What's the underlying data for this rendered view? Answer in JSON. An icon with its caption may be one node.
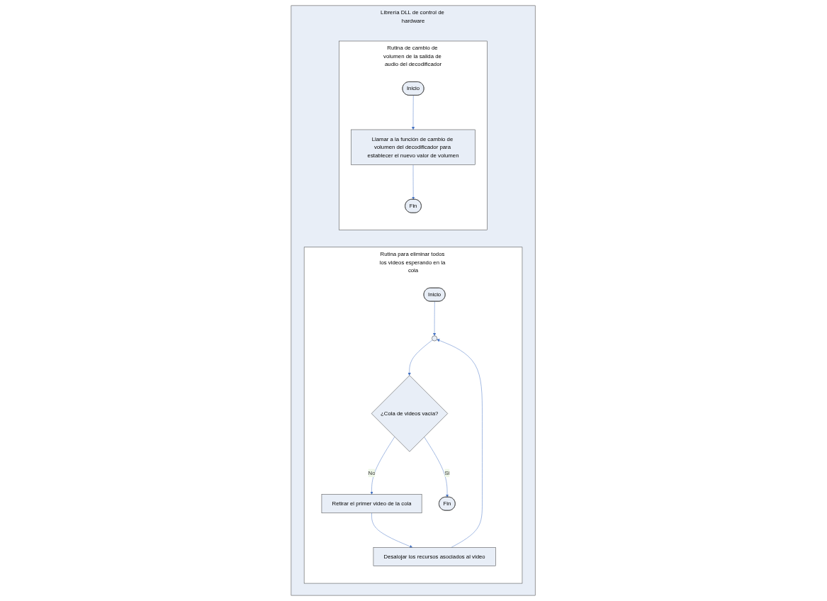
{
  "diagram": {
    "nodes": [
      {
        "text": [
          "Librería DLL de control de hardware"
        ]
      },
      {
        "text": [
          "Rutina para eliminar todos los videos esperando en la cola"
        ],
        "in": 0
      },
      {
        "text": [
          "Inicio"
        ],
        "in": 1
      },
      {
        "text": [],
        "shape": "circle",
        "in": 1
      },
      {
        "text": [
          "Desalojar los recursos asociados al video"
        ],
        "in": 1
      },
      {
        "text": [
          "¿Cola de videos vacía?"
        ],
        "in": 1
      },
      {
        "text": [
          "Retirar el primer video de la cola"
        ],
        "in": 1
      },
      {
        "text": [
          "Fin"
        ],
        "in": 1
      },
      {
        "text": [
          "Rutina de cambio de volumen de la salida de audio del decodificador"
        ],
        "in": 0
      },
      {
        "text": [
          "Inicio"
        ],
        "in": 8
      },
      {
        "text": [
          "Llamar a la función de cambio de volumen del decodificador para establecer el nuevo valor de volumen"
        ],
        "in": 8
      },
      {
        "text": [
          "Fin"
        ],
        "in": 8
      }
    ],
    "edges": [
      {
        "from": 2,
        "to": 3,
        "arrow": "to"
      },
      {
        "from": 4,
        "to": 3,
        "arrow": "to"
      },
      {
        "from": 3,
        "to": 5,
        "arrow": "to"
      },
      {
        "from": 5,
        "to": 6,
        "arrow": "to",
        "label": "No"
      },
      {
        "from": 6,
        "to": 4,
        "arrow": "to"
      },
      {
        "from": 5,
        "to": 7,
        "arrow": "to",
        "label": "Si"
      },
      {
        "from": 9,
        "to": 10,
        "arrow": "to"
      },
      {
        "from": 10,
        "to": 11,
        "arrow": "to"
      }
    ]
  }
}
